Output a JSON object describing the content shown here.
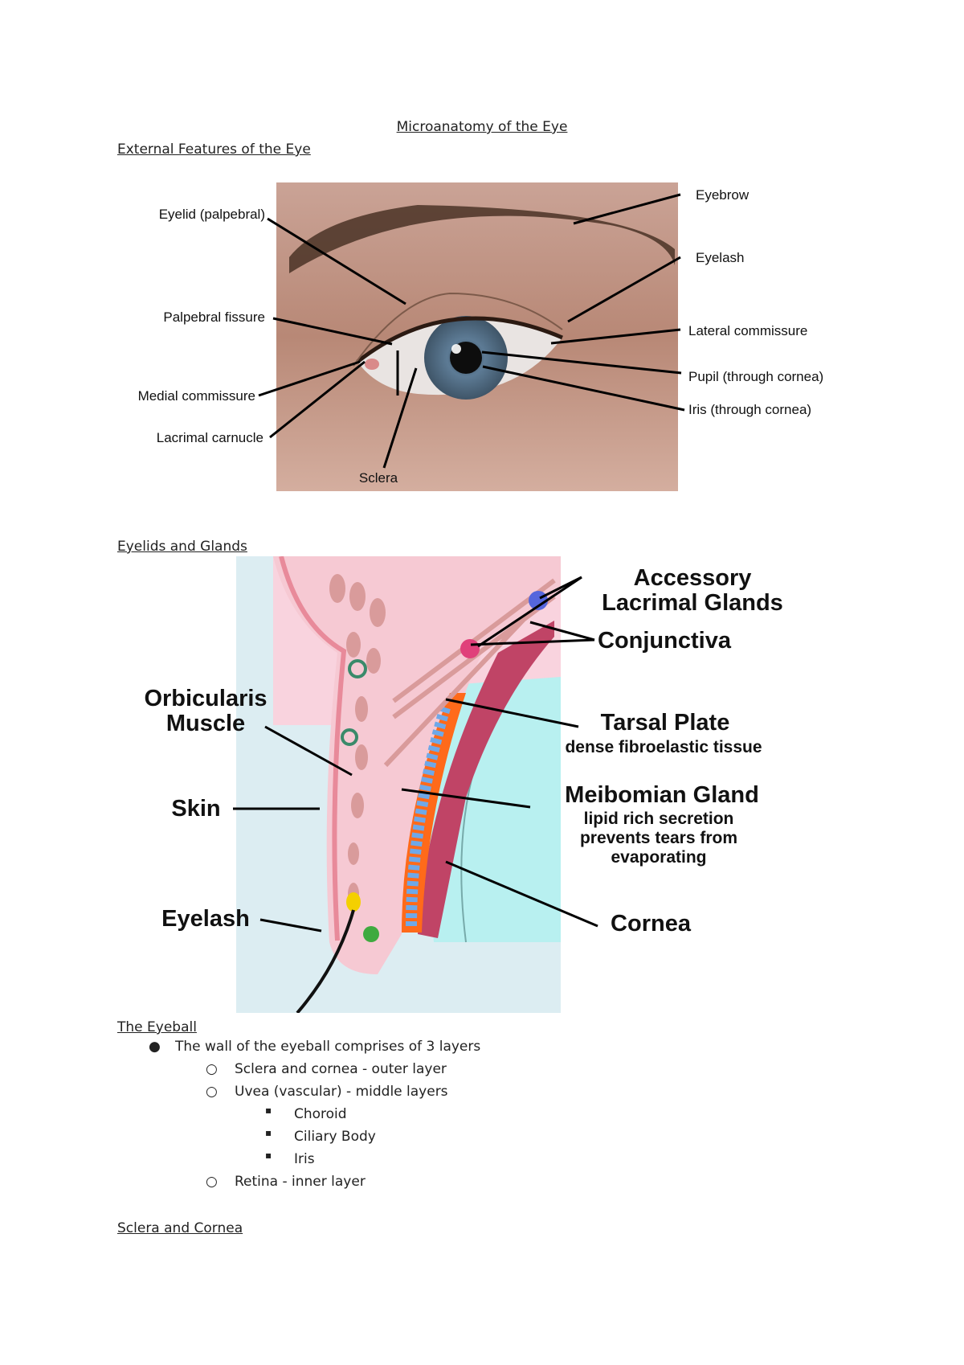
{
  "title": "Microanatomy of the Eye",
  "sections": {
    "external": "External Features of the Eye",
    "eyelids": "Eyelids and Glands",
    "eyeball": "The Eyeball",
    "sclera": "Sclera and Cornea"
  },
  "figure1": {
    "labels": {
      "eyelid": "Eyelid (palpebral)",
      "palpebral_fissure": "Palpebral fissure",
      "medial_commissure": "Medial commissure",
      "lacrimal_caruncle": "Lacrimal carnucle",
      "sclera": "Sclera",
      "eyebrow": "Eyebrow",
      "eyelash": "Eyelash",
      "lateral_commissure": "Lateral commissure",
      "pupil": "Pupil (through cornea)",
      "iris": "Iris (through cornea)"
    }
  },
  "figure2": {
    "labels": {
      "accessory_1": "Accessory",
      "accessory_2": "Lacrimal Glands",
      "conjunctiva": "Conjunctiva",
      "orbicularis_1": "Orbicularis",
      "orbicularis_2": "Muscle",
      "tarsal": "Tarsal Plate",
      "tarsal_sub": "dense fibroelastic tissue",
      "skin": "Skin",
      "meibomian": "Meibomian Gland",
      "meibomian_sub_1": "lipid rich secretion",
      "meibomian_sub_2": "prevents tears from",
      "meibomian_sub_3": "evaporating",
      "eyelash": "Eyelash",
      "cornea": "Cornea"
    }
  },
  "eyeball_list": {
    "item1": "The wall of the eyeball comprises of 3 layers",
    "sub1": "Sclera and cornea - outer layer",
    "sub2": "Uvea (vascular) - middle layers",
    "subsub1": "Choroid",
    "subsub2": "Ciliary Body",
    "subsub3": "Iris",
    "sub3": "Retina - inner layer"
  },
  "colors": {
    "skin_pink": "#f6c9d3",
    "muscle": "#d99b9b",
    "meibomian": "#ff6a1a",
    "gland_blue": "#6fa8e8",
    "cornea_cyan": "#b8f0f0",
    "bg_blue": "#dcedf2"
  }
}
